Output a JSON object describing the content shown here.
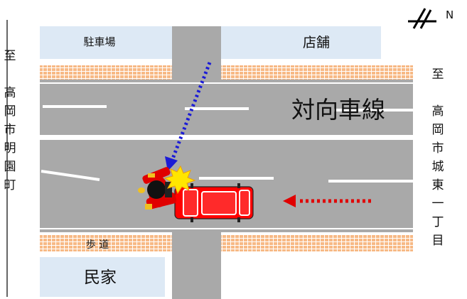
{
  "diagram": {
    "north_label": "N",
    "labels": {
      "parking": "駐車場",
      "shop": "店舗",
      "opposite_lane": "対向車線",
      "sidewalk": "歩 道",
      "residence": "民家"
    },
    "directions": {
      "left": "至 高岡市明園町",
      "right": "至 高岡市城東一丁目"
    },
    "colors": {
      "road": "#a9a9a9",
      "block": "#dde9f5",
      "sidewalk": "#f7b985",
      "car": "#ff0000",
      "arrow_bike": "#1b1bd6",
      "arrow_car": "#e00000",
      "impact": "#ffe600"
    },
    "icons": [
      "north-arrow-icon",
      "car-icon",
      "motorcyclist-icon",
      "impact-burst-icon"
    ]
  }
}
